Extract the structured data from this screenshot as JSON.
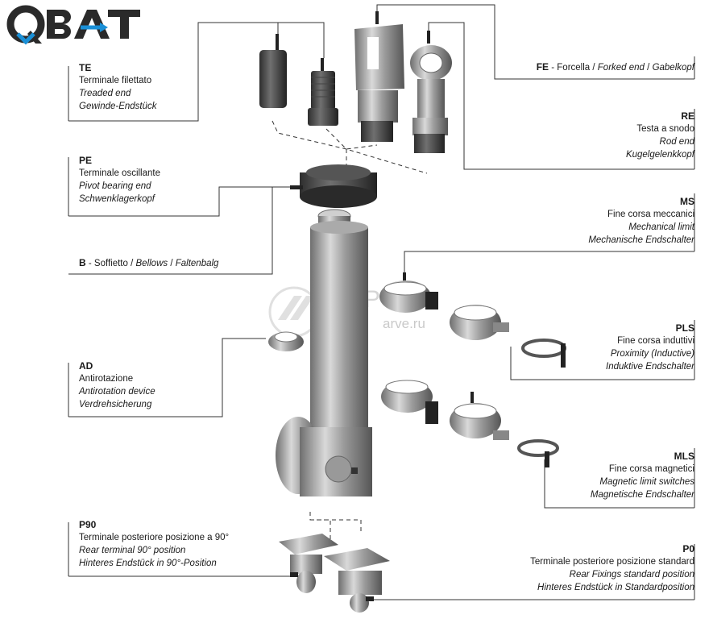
{
  "brand": {
    "logo_text": "QBAT",
    "primary_color": "#2a2a2a",
    "accent_color": "#1a8fd6"
  },
  "watermark": {
    "text": "АРВЕ",
    "sub": "arve.ru"
  },
  "labels": {
    "te": {
      "code": "TE",
      "it": "Terminale filettato",
      "en": "Treaded end",
      "de": "Gewinde-Endstück"
    },
    "pe": {
      "code": "PE",
      "it": "Terminale oscillante",
      "en": "Pivot bearing end",
      "de": "Schwenklagerkopf"
    },
    "b": {
      "code": "B",
      "sep": " - ",
      "it": "Soffietto",
      "en": "Bellows",
      "de": "Faltenbalg",
      "slash": " / "
    },
    "ad": {
      "code": "AD",
      "it": "Antirotazione",
      "en": "Antirotation device",
      "de": "Verdrehsicherung"
    },
    "p90": {
      "code": "P90",
      "it": "Terminale posteriore posizione a 90°",
      "en": "Rear terminal 90° position",
      "de": "Hinteres Endstück in 90°-Position"
    },
    "fe": {
      "code": "FE",
      "sep": " - ",
      "it": "Forcella",
      "en": "Forked end",
      "de": "Gabelkopf",
      "slash": " / "
    },
    "re": {
      "code": "RE",
      "it": "Testa a snodo",
      "en": "Rod end",
      "de": "Kugelgelenkkopf"
    },
    "ms": {
      "code": "MS",
      "it": "Fine corsa meccanici",
      "en": "Mechanical limit",
      "de": "Mechanische Endschalter"
    },
    "pls": {
      "code": "PLS",
      "it": "Fine corsa induttivi",
      "en": "Proximity (Inductive)",
      "de": "Induktive Endschalter"
    },
    "mls": {
      "code": "MLS",
      "it": "Fine corsa magnetici",
      "en": "Magnetic limit switches",
      "de": "Magnetische Endschalter"
    },
    "p0": {
      "code": "P0",
      "it": "Terminale posteriore posizione standard",
      "en": "Rear Fixings standard position",
      "de": "Hinteres Endstück in Standardposition"
    }
  }
}
